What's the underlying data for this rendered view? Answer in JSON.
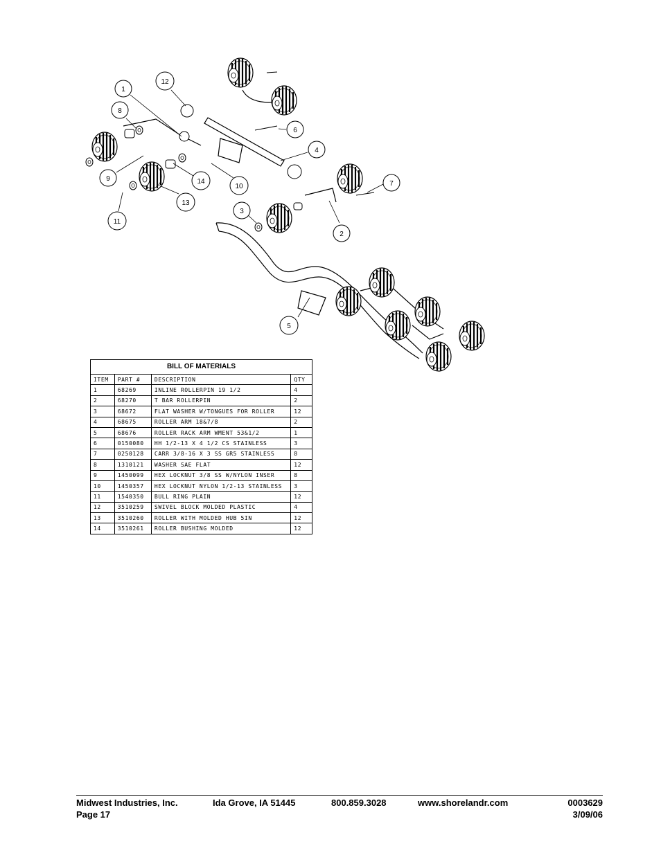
{
  "callouts": [
    "1",
    "12",
    "8",
    "6",
    "4",
    "9",
    "14",
    "10",
    "7",
    "11",
    "13",
    "3",
    "2",
    "5"
  ],
  "bom": {
    "title": "BILL OF MATERIALS",
    "headers": [
      "ITEM",
      "PART #",
      "DESCRIPTION",
      "QTY"
    ],
    "rows": [
      [
        "1",
        "68269",
        "INLINE ROLLERPIN 19 1/2",
        "4"
      ],
      [
        "2",
        "68270",
        "T BAR ROLLERPIN",
        "2"
      ],
      [
        "3",
        "68672",
        "FLAT WASHER W/TONGUES FOR ROLLER",
        "12"
      ],
      [
        "4",
        "68675",
        "ROLLER ARM 18&7/8",
        "2"
      ],
      [
        "5",
        "68676",
        "ROLLER RACK ARM WMENT  53&1/2",
        "1"
      ],
      [
        "6",
        "0150080",
        "HH 1/2-13 X 4 1/2 CS STAINLESS",
        "3"
      ],
      [
        "7",
        "0250128",
        "CARR 3/8-16 X 3 SS GR5 STAINLESS",
        "8"
      ],
      [
        "8",
        "1310121",
        "WASHER SAE FLAT",
        "12"
      ],
      [
        "9",
        "1450099",
        "HEX LOCKNUT 3/8 SS W/NYLON INSER",
        "8"
      ],
      [
        "10",
        "1450357",
        "HEX LOCKNUT NYLON 1/2-13 STAINLESS",
        "3"
      ],
      [
        "11",
        "1540350",
        "BULL RING PLAIN",
        "12"
      ],
      [
        "12",
        "3510259",
        "SWIVEL BLOCK MOLDED PLASTIC",
        "4"
      ],
      [
        "13",
        "3510260",
        "ROLLER WITH MOLDED HUB  5IN",
        "12"
      ],
      [
        "14",
        "3510261",
        "ROLLER BUSHING MOLDED",
        "12"
      ]
    ]
  },
  "footer": {
    "company": "Midwest Industries, Inc.",
    "page": "Page 17",
    "city": "Ida Grove, IA  51445",
    "phone": "800.859.3028",
    "website": "www.shorelandr.com",
    "doc_number": "0003629",
    "date": "3/09/06"
  }
}
